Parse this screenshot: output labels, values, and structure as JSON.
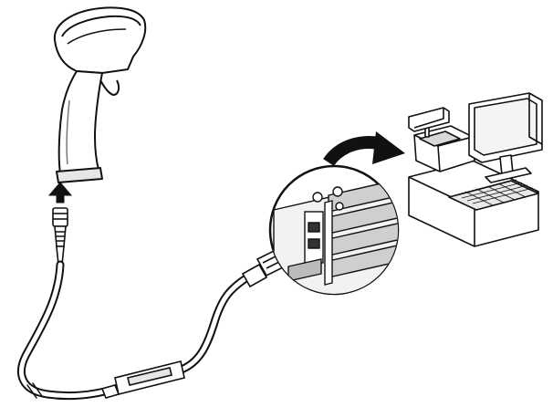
{
  "figure": {
    "components": [
      {
        "name": "handheld-barcode-scanner"
      },
      {
        "name": "modular-rj-connector"
      },
      {
        "name": "interface-cable"
      },
      {
        "name": "usb-a-plug"
      },
      {
        "name": "magnified-usb-port-inset"
      },
      {
        "name": "pos-terminal"
      }
    ],
    "arrows": [
      "insert-cable-into-scanner",
      "insert-usb-into-port",
      "inset-to-terminal"
    ],
    "colors": {
      "line": "#111111",
      "fill": "#ffffff",
      "shade": "#d9d9d9",
      "dark": "#222222"
    }
  }
}
